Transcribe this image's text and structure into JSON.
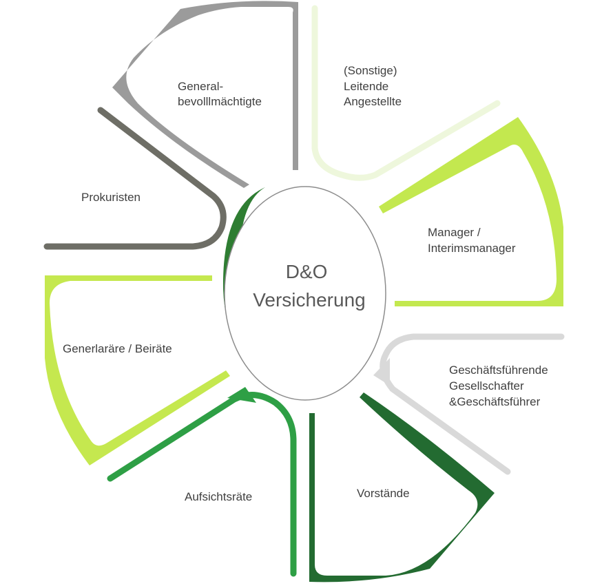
{
  "center": {
    "line1": "D&O",
    "line2": "Versicherung"
  },
  "segments": [
    {
      "id": "generalbevollmaechtigte",
      "lines": [
        "General-",
        "bevolllmächtigte"
      ],
      "color": "#9b9b9b",
      "filled": true
    },
    {
      "id": "leitende-angestellte",
      "lines": [
        "(Sonstige)",
        "Leitende",
        "Angestellte"
      ],
      "color": "#eef7dc",
      "filled": false
    },
    {
      "id": "manager",
      "lines": [
        "Manager /",
        "Interimsmanager"
      ],
      "color": "#c3e84f",
      "filled": true
    },
    {
      "id": "geschaeftsfuehrende-gesellschafter",
      "lines": [
        "Geschäftsführende",
        "Gesellschafter",
        "&Geschäftsführer"
      ],
      "color": "#d9d9d9",
      "filled": false
    },
    {
      "id": "vorstaende",
      "lines": [
        "Vorstände"
      ],
      "color": "#236b31",
      "filled": true
    },
    {
      "id": "aufsichtsraete",
      "lines": [
        "Aufsichtsräte"
      ],
      "color": "#2e9f45",
      "filled": false
    },
    {
      "id": "generalraete-beiraete",
      "lines": [
        "Generlaräre / Beiräte"
      ],
      "color": "#c5e84f",
      "filled": true
    },
    {
      "id": "prokuristen",
      "lines": [
        "Prokuristen"
      ],
      "color": "#6e6e66",
      "filled": false
    }
  ],
  "colors": {
    "center_border": "#8c8c8c",
    "center_accent": "#2e7d32",
    "text": "#404040",
    "center_text": "#595959"
  }
}
